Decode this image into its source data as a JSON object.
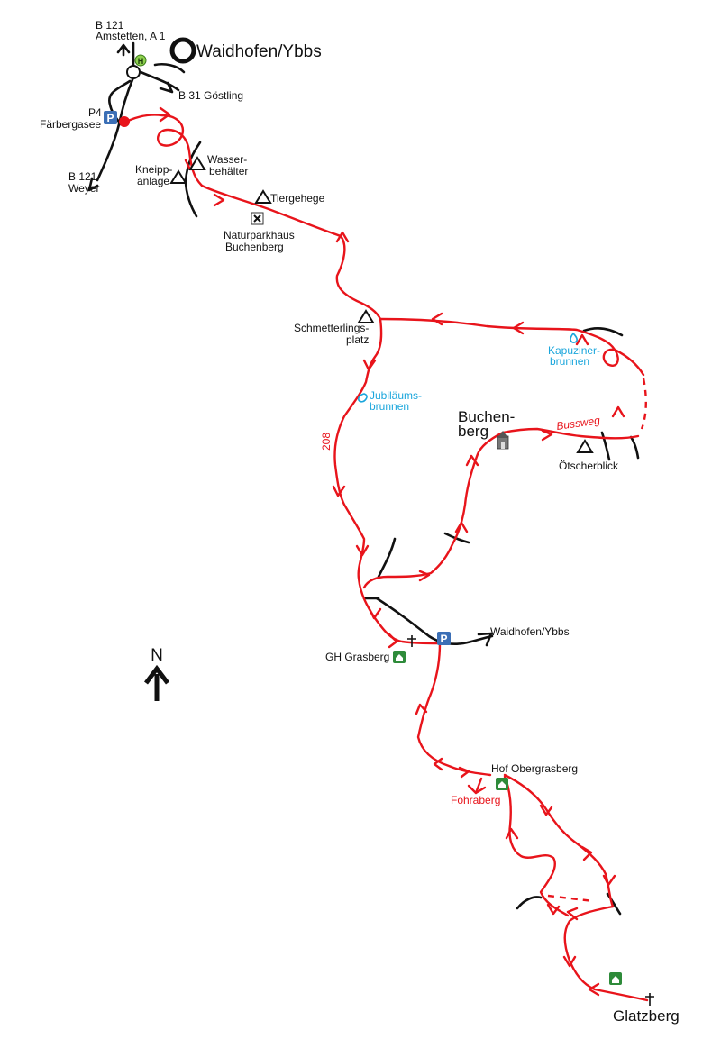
{
  "title": "Waidhofen/Ybbs",
  "north": "N",
  "colors": {
    "route": "#e8141b",
    "road": "#111111",
    "water": "#1aa6dc",
    "parking": "#3b6fb6",
    "inn": "#2e8b3a",
    "stop": "#8fd14f"
  },
  "labels": {
    "b121_top_line1": "B 121",
    "b121_top_line2": "Amstetten, A 1",
    "b31": "B 31 Göstling",
    "p4_line1": "P4",
    "p4_line2": "Färbergasee",
    "b121_bottom_line1": "B 121",
    "b121_bottom_line2": "Weyer",
    "kneipp_line1": "Kneipp-",
    "kneipp_line2": "anlage",
    "wasser_line1": "Wasser-",
    "wasser_line2": "behälter",
    "tiergehege": "Tiergehege",
    "naturpark_line1": "Naturparkhaus",
    "naturpark_line2": "Buchenberg",
    "schmetterling_line1": "Schmetterlings-",
    "schmetterling_line2": "platz",
    "kapuziner_line1": "Kapuziner-",
    "kapuziner_line2": "brunnen",
    "jubilaeum_line1": "Jubiläums-",
    "jubilaeum_line2": "brunnen",
    "buchenberg_line1": "Buchen-",
    "buchenberg_line2": "berg",
    "bussweg": "Bussweg",
    "oetscherblick": "Ötscherblick",
    "route_number": "208",
    "waidhofen_road": "Waidhofen/Ybbs",
    "gh_grasberg": "GH Grasberg",
    "hof_obergrasberg": "Hof Obergrasberg",
    "fohraberg": "Fohraberg",
    "glatzberg": "Glatzberg"
  },
  "icons": {
    "parking": "P",
    "bus_stop": "H"
  }
}
